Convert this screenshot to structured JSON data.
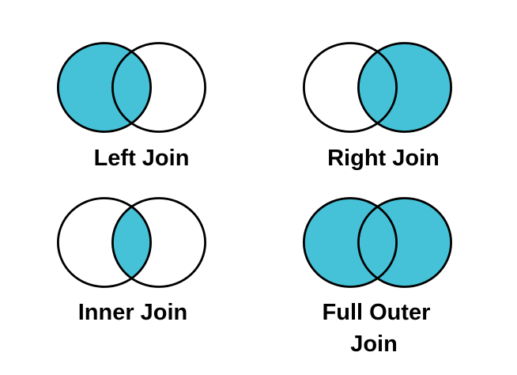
{
  "colors": {
    "fill": "#45C2D8",
    "stroke": "#000000",
    "background": "#FFFFFF"
  },
  "panels": [
    {
      "id": "left-join",
      "filled": "left",
      "lines": [
        "Left Join"
      ]
    },
    {
      "id": "right-join",
      "filled": "right",
      "lines": [
        "Right Join"
      ]
    },
    {
      "id": "inner-join",
      "filled": "inner",
      "lines": [
        "Inner Join"
      ]
    },
    {
      "id": "full-outer-join",
      "filled": "both",
      "lines": [
        "Full Outer",
        "Join"
      ]
    }
  ]
}
